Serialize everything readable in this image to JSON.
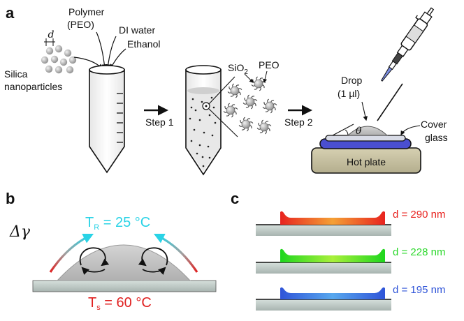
{
  "panels": {
    "a": {
      "label": "a",
      "d_symbol": "d",
      "silica_line1": "Silica",
      "silica_line2": "nanoparticles",
      "polymer_line1": "Polymer",
      "polymer_line2": "(PEO)",
      "di_water": "DI water",
      "ethanol": "Ethanol",
      "sio2_base": "SiO",
      "sio2_sub": "2",
      "peo": "PEO",
      "step1": "Step 1",
      "step2": "Step 2",
      "drop_line1": "Drop",
      "drop_line2": "(1 µl)",
      "theta": "θ",
      "cover_line1": "Cover",
      "cover_line2": "glass",
      "hot_plate": "Hot plate"
    },
    "b": {
      "label": "b",
      "delta_gamma": "Δγ",
      "tr_base": "T",
      "tr_sub": "R",
      "tr_value": " = 25 °C",
      "ts_base": "T",
      "ts_sub": "s",
      "ts_value": " = 60 °C"
    },
    "c": {
      "label": "c",
      "films": [
        {
          "label": "d = 290 nm",
          "color": "#e8231f"
        },
        {
          "label": "d = 228 nm",
          "color": "#2bd82b"
        },
        {
          "label": "d = 195 nm",
          "color": "#2f54d8"
        }
      ]
    }
  },
  "colors": {
    "cyan": "#29d3e6",
    "red": "#e02020",
    "gray_light": "#e6e6e6",
    "gray_mid": "#bdbdbd",
    "substrate": "#b8c4c0",
    "hot_plate": "#c9c3a3",
    "cover_blue": "#4a4fd0"
  }
}
